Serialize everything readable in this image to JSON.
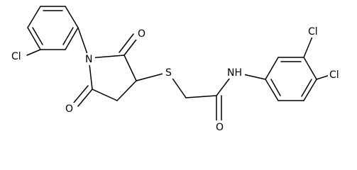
{
  "molecule": {
    "atoms": {
      "cl_phenyl": "Cl",
      "n_imide": "N",
      "o_top": "O",
      "o_bottom": "O",
      "s_thioether": "S",
      "nh_amide": "NH",
      "o_amide": "O",
      "cl_meta": "Cl",
      "cl_para": "Cl"
    }
  }
}
